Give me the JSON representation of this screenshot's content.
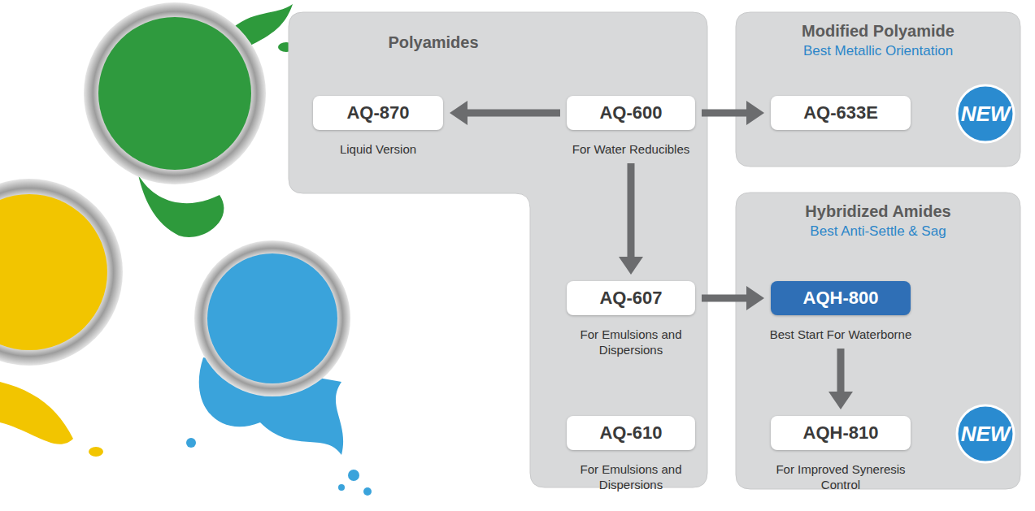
{
  "diagram": {
    "nodes": [
      {
        "text": [
          "Polyamides"
        ]
      },
      {
        "text": [
          "AQ-870",
          "Liquid Version"
        ],
        "in": 0
      },
      {
        "text": [
          "AQ-600",
          "For  Water Reducibles"
        ],
        "in": 0
      },
      {
        "text": [
          "AQ-607",
          "For Emulsions and Dispersions"
        ],
        "in": 0
      },
      {
        "text": [
          "AQ-610",
          "For Emulsions and Dispersions"
        ],
        "in": 0
      },
      {
        "text": [
          "Modified Polyamide",
          "Best Metallic Orientation"
        ]
      },
      {
        "text": [
          "AQ-633E"
        ],
        "in": 5
      },
      {
        "text": [
          "NEW"
        ],
        "in": 5
      },
      {
        "text": [
          "Hybridized Amides",
          "Best Anti-Settle & Sag"
        ]
      },
      {
        "text": [
          "AQH-800",
          "Best Start For Waterborne"
        ],
        "in": 8
      },
      {
        "text": [
          "AQH-810",
          "For Improved Syneresis Control"
        ],
        "in": 8
      },
      {
        "text": [
          "NEW"
        ],
        "in": 8
      }
    ],
    "edges": [
      {
        "from": 2,
        "to": 1,
        "arrow": "to"
      },
      {
        "from": 2,
        "to": 6,
        "arrow": "to"
      },
      {
        "from": 2,
        "to": 3,
        "arrow": "to"
      },
      {
        "from": 3,
        "to": 9,
        "arrow": "to"
      },
      {
        "from": 9,
        "to": 10,
        "arrow": "to"
      }
    ]
  }
}
